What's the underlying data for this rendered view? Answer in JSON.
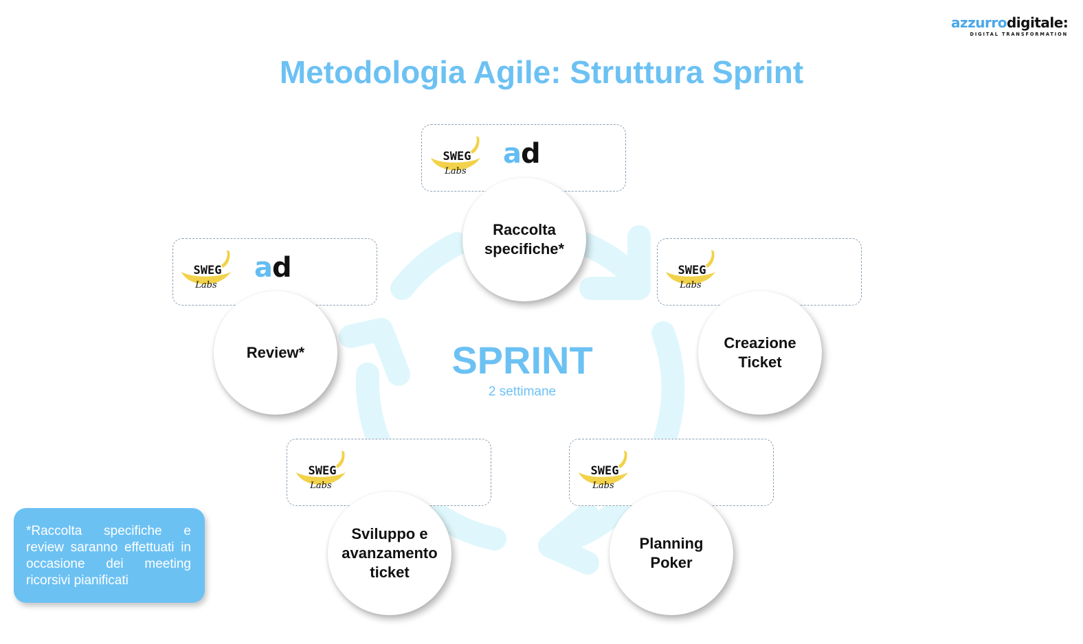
{
  "brand": {
    "name_part1": "azzurro",
    "name_part2": "digitale:",
    "tagline": "DIGITAL TRANSFORMATION"
  },
  "title": "Metodologia Agile: Struttura Sprint",
  "center": {
    "label": "SPRINT",
    "duration": "2 settimane"
  },
  "colors": {
    "accent": "#6cc1f3",
    "cycle": "#dff7fc",
    "banana": "#f2d24a"
  },
  "logos": {
    "sweg_line1": "SWEG",
    "sweg_line2": "Labs",
    "ad_a": "a",
    "ad_d": "d"
  },
  "steps": [
    {
      "id": "raccolta",
      "line1": "Raccolta",
      "line2": "specifiche*",
      "logos": [
        "sweg-labs",
        "azzurro-digitale"
      ]
    },
    {
      "id": "creazione",
      "line1": "Creazione",
      "line2": "Ticket",
      "logos": [
        "sweg-labs"
      ]
    },
    {
      "id": "planning",
      "line1": "Planning",
      "line2": "Poker",
      "logos": [
        "sweg-labs"
      ]
    },
    {
      "id": "sviluppo",
      "line1": "Sviluppo e",
      "line2": "avanzamento",
      "line3": "ticket",
      "logos": [
        "sweg-labs"
      ]
    },
    {
      "id": "review",
      "line1": "Review*",
      "logos": [
        "sweg-labs",
        "azzurro-digitale"
      ]
    }
  ],
  "note": "*Raccolta specifiche e review saranno effettuati in occasione dei meeting ricorsivi pianificati"
}
